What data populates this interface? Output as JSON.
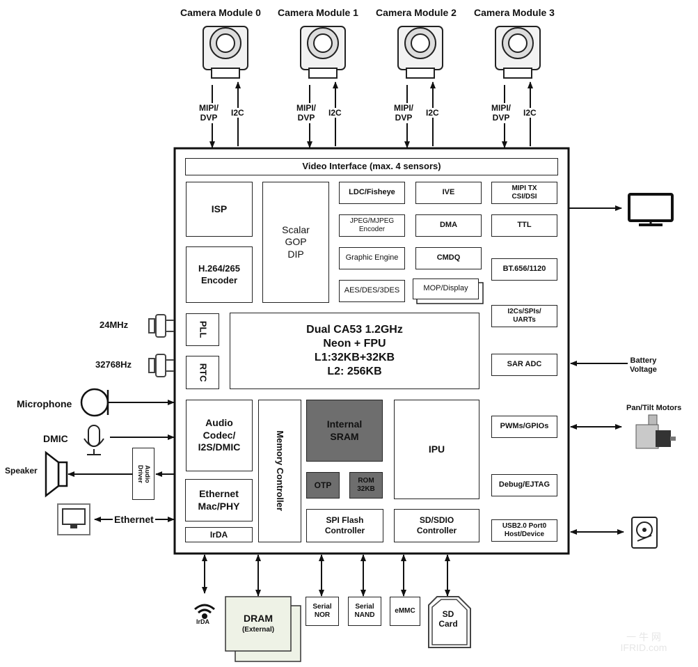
{
  "cameras": [
    {
      "title": "Camera Module 0",
      "data_label": "MIPI/\nDVP",
      "ctrl_label": "I2C"
    },
    {
      "title": "Camera Module 1",
      "data_label": "MIPI/\nDVP",
      "ctrl_label": "I2C"
    },
    {
      "title": "Camera Module 2",
      "data_label": "MIPI/\nDVP",
      "ctrl_label": "I2C"
    },
    {
      "title": "Camera Module 3",
      "data_label": "MIPI/\nDVP",
      "ctrl_label": "I2C"
    }
  ],
  "soc": {
    "video_interface": "Video Interface (max. 4 sensors)",
    "isp": "ISP",
    "h264": "H.264/265\nEncoder",
    "scalar": "Scalar\nGOP\nDIP",
    "ldc": "LDC/Fisheye",
    "jpeg": "JPEG/MJPEG\nEncoder",
    "graphic": "Graphic Engine",
    "aes": "AES/DES/3DES",
    "ive": "IVE",
    "dma": "DMA",
    "cmdq": "CMDQ",
    "mop": "MOP/Display",
    "mipi_tx": "MIPI TX\nCSI/DSI",
    "ttl": "TTL",
    "bt656": "BT.656/1120",
    "i2cs": "I2Cs/SPIs/\nUARTs",
    "sar": "SAR ADC",
    "pwm": "PWMs/GPIOs",
    "debug": "Debug/EJTAG",
    "usb": "USB2.0 Port0\nHost/Device",
    "pll": "PLL",
    "rtc": "RTC",
    "cpu": "Dual CA53 1.2GHz\nNeon + FPU\nL1:32KB+32KB\nL2: 256KB",
    "audio": "Audio\nCodec/\nI2S/DMIC",
    "ethernet": "Ethernet\nMac/PHY",
    "irda": "IrDA",
    "memctrl": "Memory Controller",
    "sram": "Internal\nSRAM",
    "otp": "OTP",
    "rom": "ROM\n32KB",
    "ipu": "IPU",
    "spiflash": "SPI Flash\nController",
    "sdio": "SD/SDIO\nController"
  },
  "left": {
    "xtal1": "24MHz",
    "xtal2": "32768Hz",
    "microphone": "Microphone",
    "dmic": "DMIC",
    "speaker": "Speaker",
    "audio_driver": "Audio\nDriver",
    "ethernet": "Ethernet"
  },
  "right": {
    "battery": "Battery\nVoltage",
    "motors": "Pan/Tilt Motors"
  },
  "bottom": {
    "irda": "IrDA",
    "dram": "DRAM",
    "dram_sub": "(External)",
    "nor": "Serial\nNOR",
    "nand": "Serial\nNAND",
    "emmc": "eMMC",
    "sd": "SD\nCard"
  },
  "watermark": "一 牛 网\nIFRID.com"
}
